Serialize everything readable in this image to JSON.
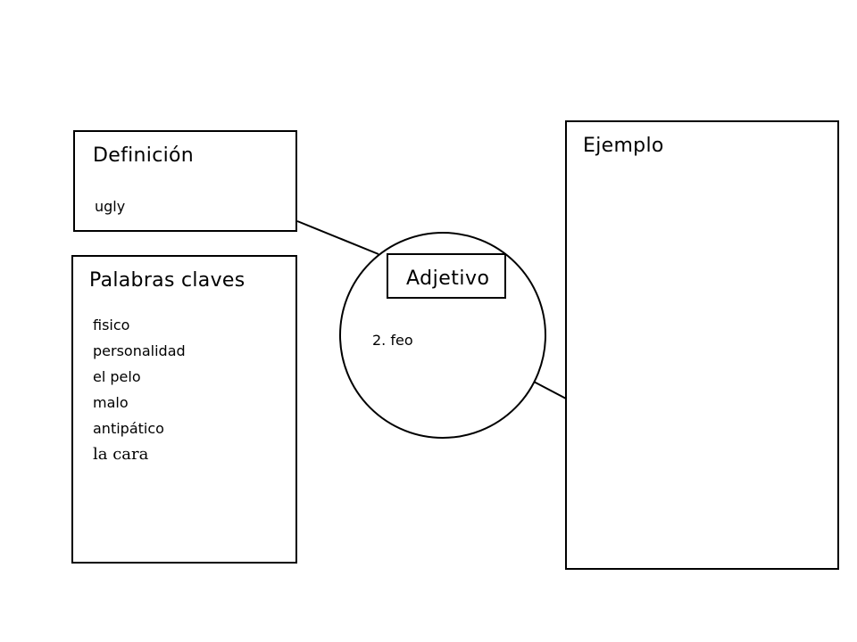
{
  "definition": {
    "title": "Definición",
    "text": "ugly"
  },
  "keywords": {
    "title": "Palabras claves",
    "items": [
      "fisico",
      "personalidad",
      "el pelo",
      "malo",
      "antipático",
      "la cara"
    ]
  },
  "center": {
    "label": "Adjetivo",
    "text": "2. feo"
  },
  "example": {
    "title": "Ejemplo"
  }
}
